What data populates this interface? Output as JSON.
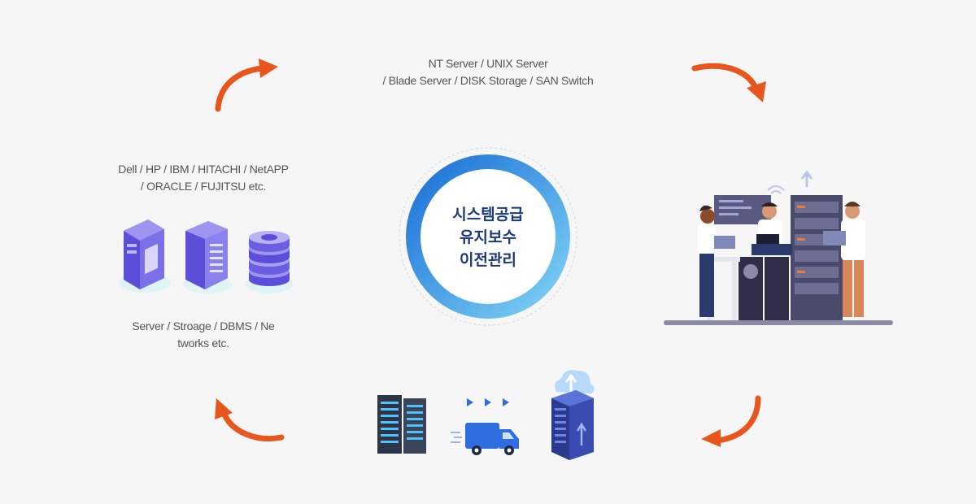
{
  "center": {
    "line1": "시스템공급",
    "line2": "유지보수",
    "line3": "이전관리"
  },
  "top": {
    "line1": "NT Server / UNIX Server",
    "line2": "/ Blade Server / DISK Storage / SAN Switch"
  },
  "left_top": {
    "line1": "Dell / HP / IBM / HITACHI / NetAPP",
    "line2": "/ ORACLE / FUJITSU etc."
  },
  "left_bottom": {
    "line1": "Server / Stroage / DBMS / Ne",
    "line2": "tworks etc."
  },
  "colors": {
    "arrow": "#e8561e",
    "ring_start": "#1a6fd6",
    "ring_end": "#7fd3f5",
    "title": "#1b3a7a",
    "text": "#555555"
  }
}
